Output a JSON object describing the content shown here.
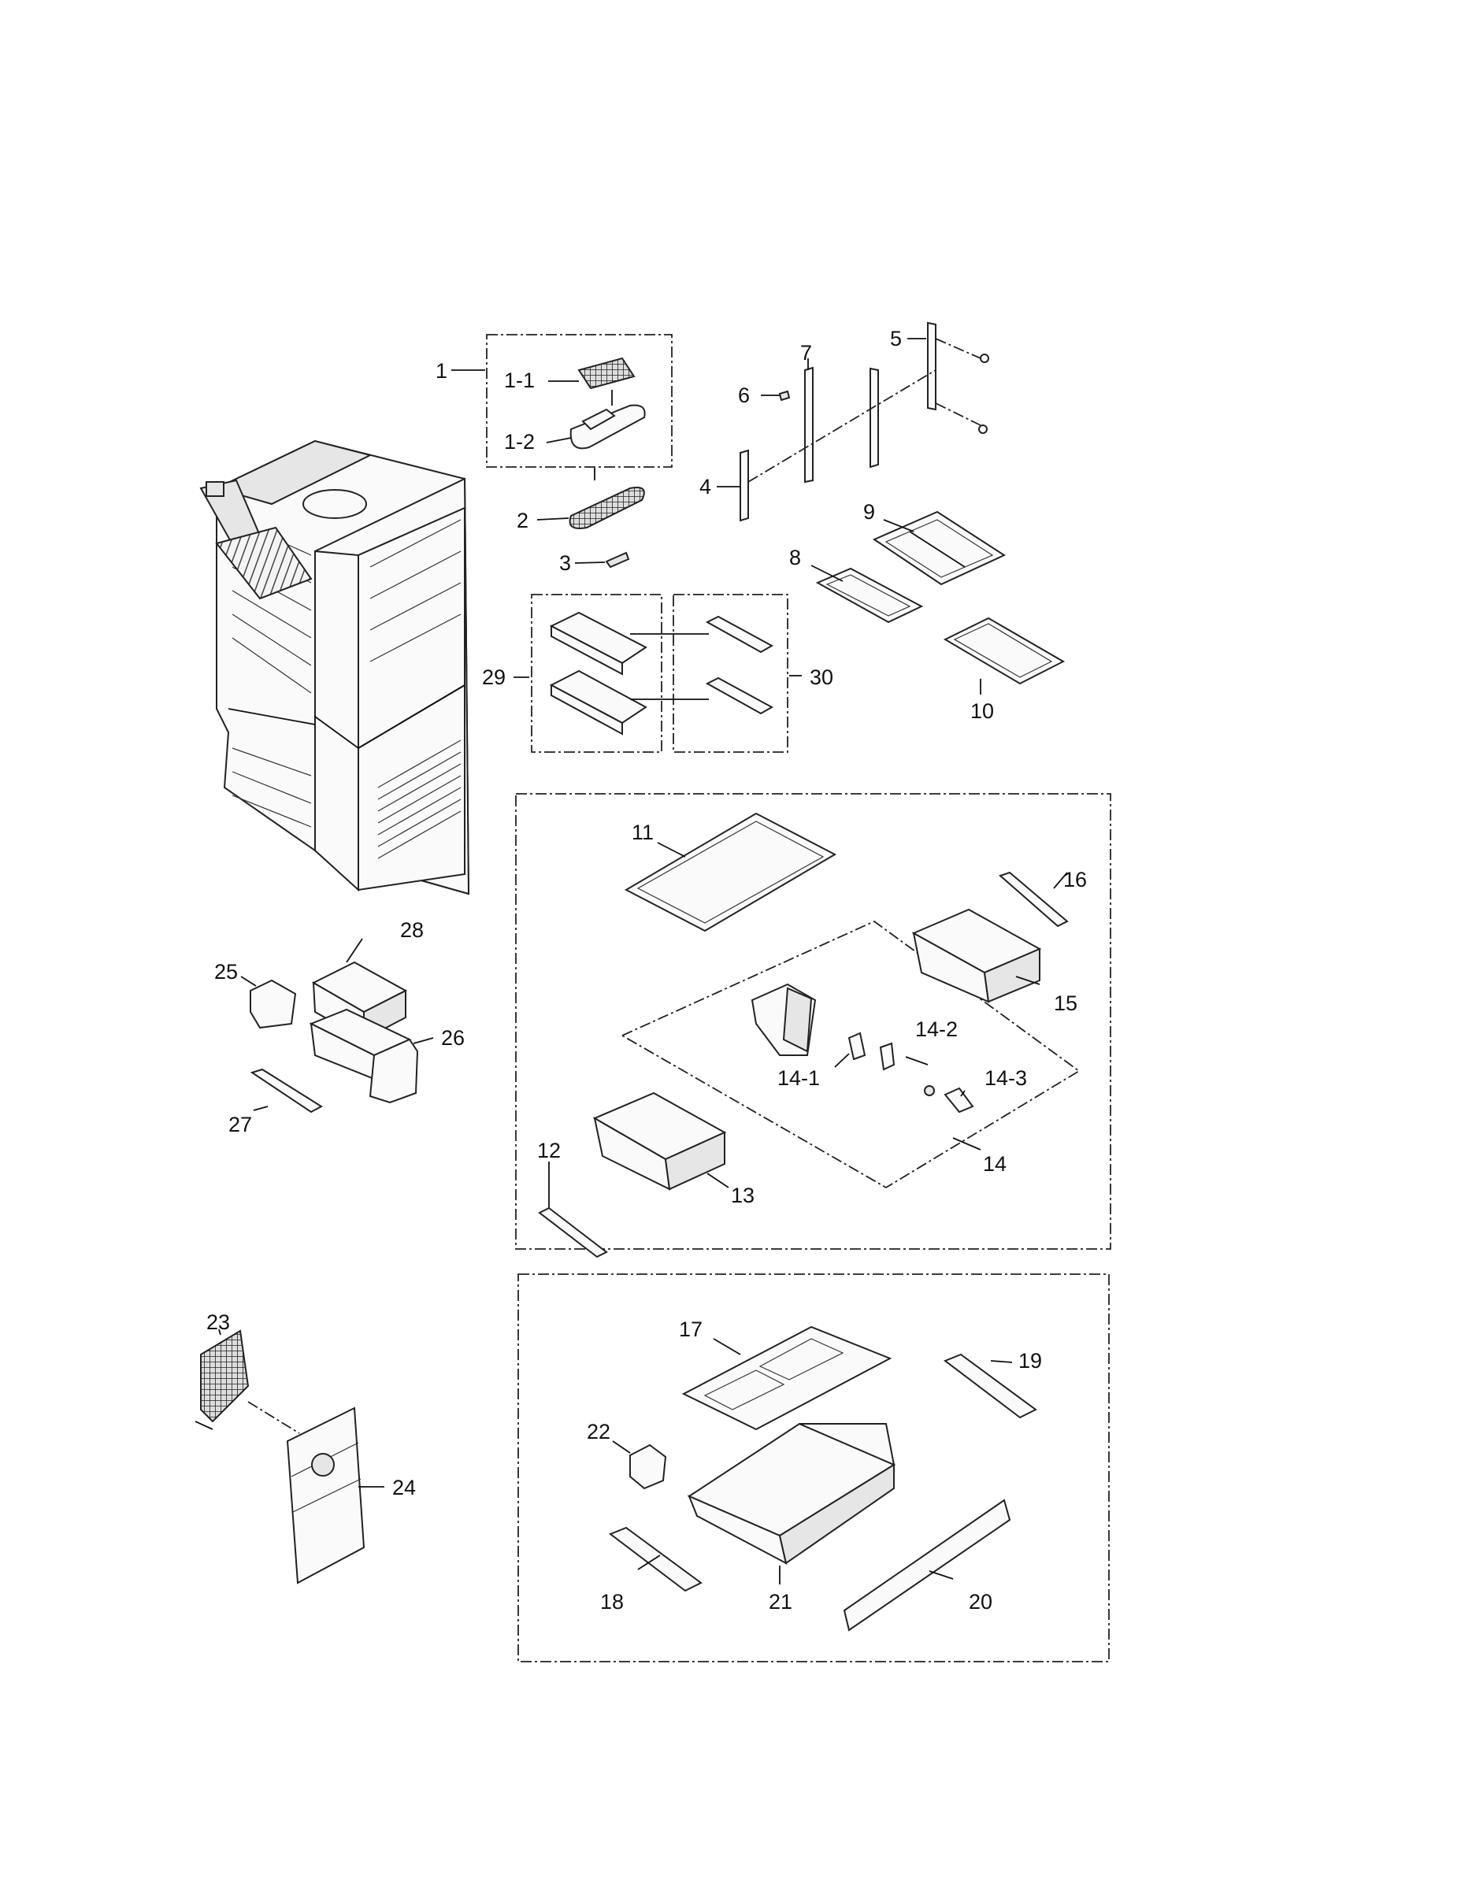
{
  "callouts": [
    {
      "id": "c1",
      "text": "1"
    },
    {
      "id": "c1_1",
      "text": "1-1"
    },
    {
      "id": "c1_2",
      "text": "1-2"
    },
    {
      "id": "c2",
      "text": "2"
    },
    {
      "id": "c3",
      "text": "3"
    },
    {
      "id": "c4",
      "text": "4"
    },
    {
      "id": "c5",
      "text": "5"
    },
    {
      "id": "c6",
      "text": "6"
    },
    {
      "id": "c7",
      "text": "7"
    },
    {
      "id": "c8",
      "text": "8"
    },
    {
      "id": "c9",
      "text": "9"
    },
    {
      "id": "c10",
      "text": "10"
    },
    {
      "id": "c11",
      "text": "11"
    },
    {
      "id": "c12",
      "text": "12"
    },
    {
      "id": "c13",
      "text": "13"
    },
    {
      "id": "c14",
      "text": "14"
    },
    {
      "id": "c14_1",
      "text": "14-1"
    },
    {
      "id": "c14_2",
      "text": "14-2"
    },
    {
      "id": "c14_3",
      "text": "14-3"
    },
    {
      "id": "c15",
      "text": "15"
    },
    {
      "id": "c16",
      "text": "16"
    },
    {
      "id": "c17",
      "text": "17"
    },
    {
      "id": "c18",
      "text": "18"
    },
    {
      "id": "c19",
      "text": "19"
    },
    {
      "id": "c20",
      "text": "20"
    },
    {
      "id": "c21",
      "text": "21"
    },
    {
      "id": "c22",
      "text": "22"
    },
    {
      "id": "c23",
      "text": "23"
    },
    {
      "id": "c24",
      "text": "24"
    },
    {
      "id": "c25",
      "text": "25"
    },
    {
      "id": "c26",
      "text": "26"
    },
    {
      "id": "c27",
      "text": "27"
    },
    {
      "id": "c28",
      "text": "28"
    },
    {
      "id": "c29",
      "text": "29"
    },
    {
      "id": "c30",
      "text": "30"
    }
  ]
}
